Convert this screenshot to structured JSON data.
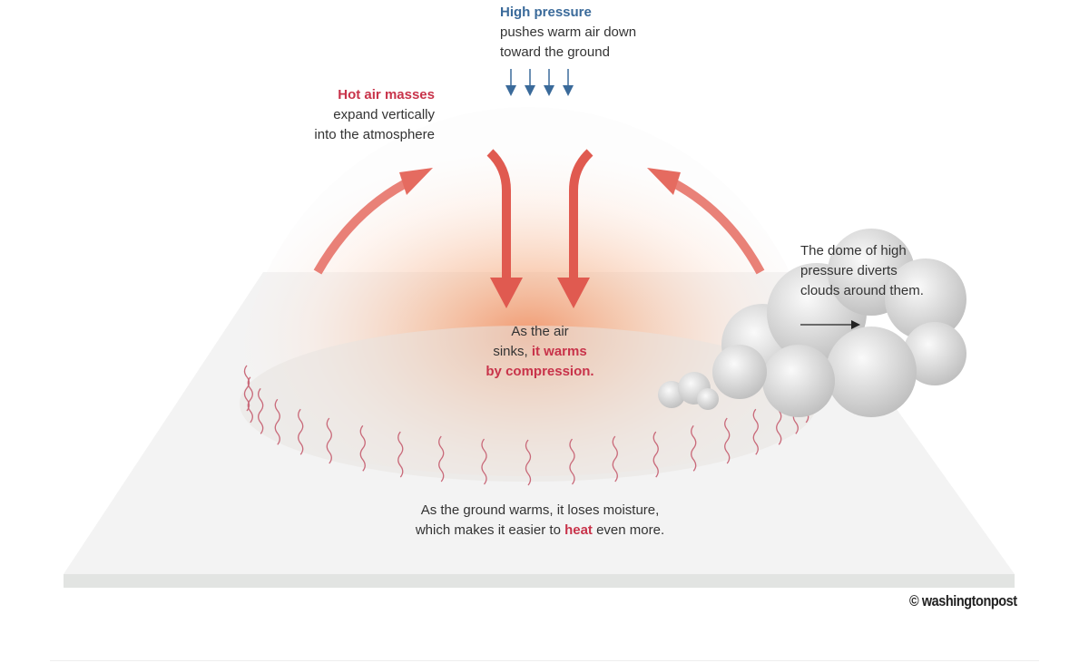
{
  "high_pressure": {
    "title": "High pressure",
    "line1": "pushes warm air down",
    "line2": "toward the ground"
  },
  "hot_air": {
    "title": "Hot air masses",
    "line1": "expand vertically",
    "line2": "into the atmosphere"
  },
  "dome": {
    "line1": "The dome of high",
    "line2": "pressure diverts",
    "line3": "clouds around them."
  },
  "sinking": {
    "line1": "As the air",
    "line2_plain": "sinks, ",
    "line2_red": "it warms",
    "line3_red": "by compression."
  },
  "ground": {
    "line1": "As the ground warms, it loses moisture,",
    "line2_plain": "which makes it easier to ",
    "line2_red": "heat",
    "line2_end": " even more."
  },
  "credit": {
    "symbol": "©",
    "text": "washingtonpost"
  },
  "colors": {
    "blue": "#3a6a9a",
    "red": "#c8334a",
    "arrow": "#e05a50",
    "platform": "#f2f2f2"
  }
}
